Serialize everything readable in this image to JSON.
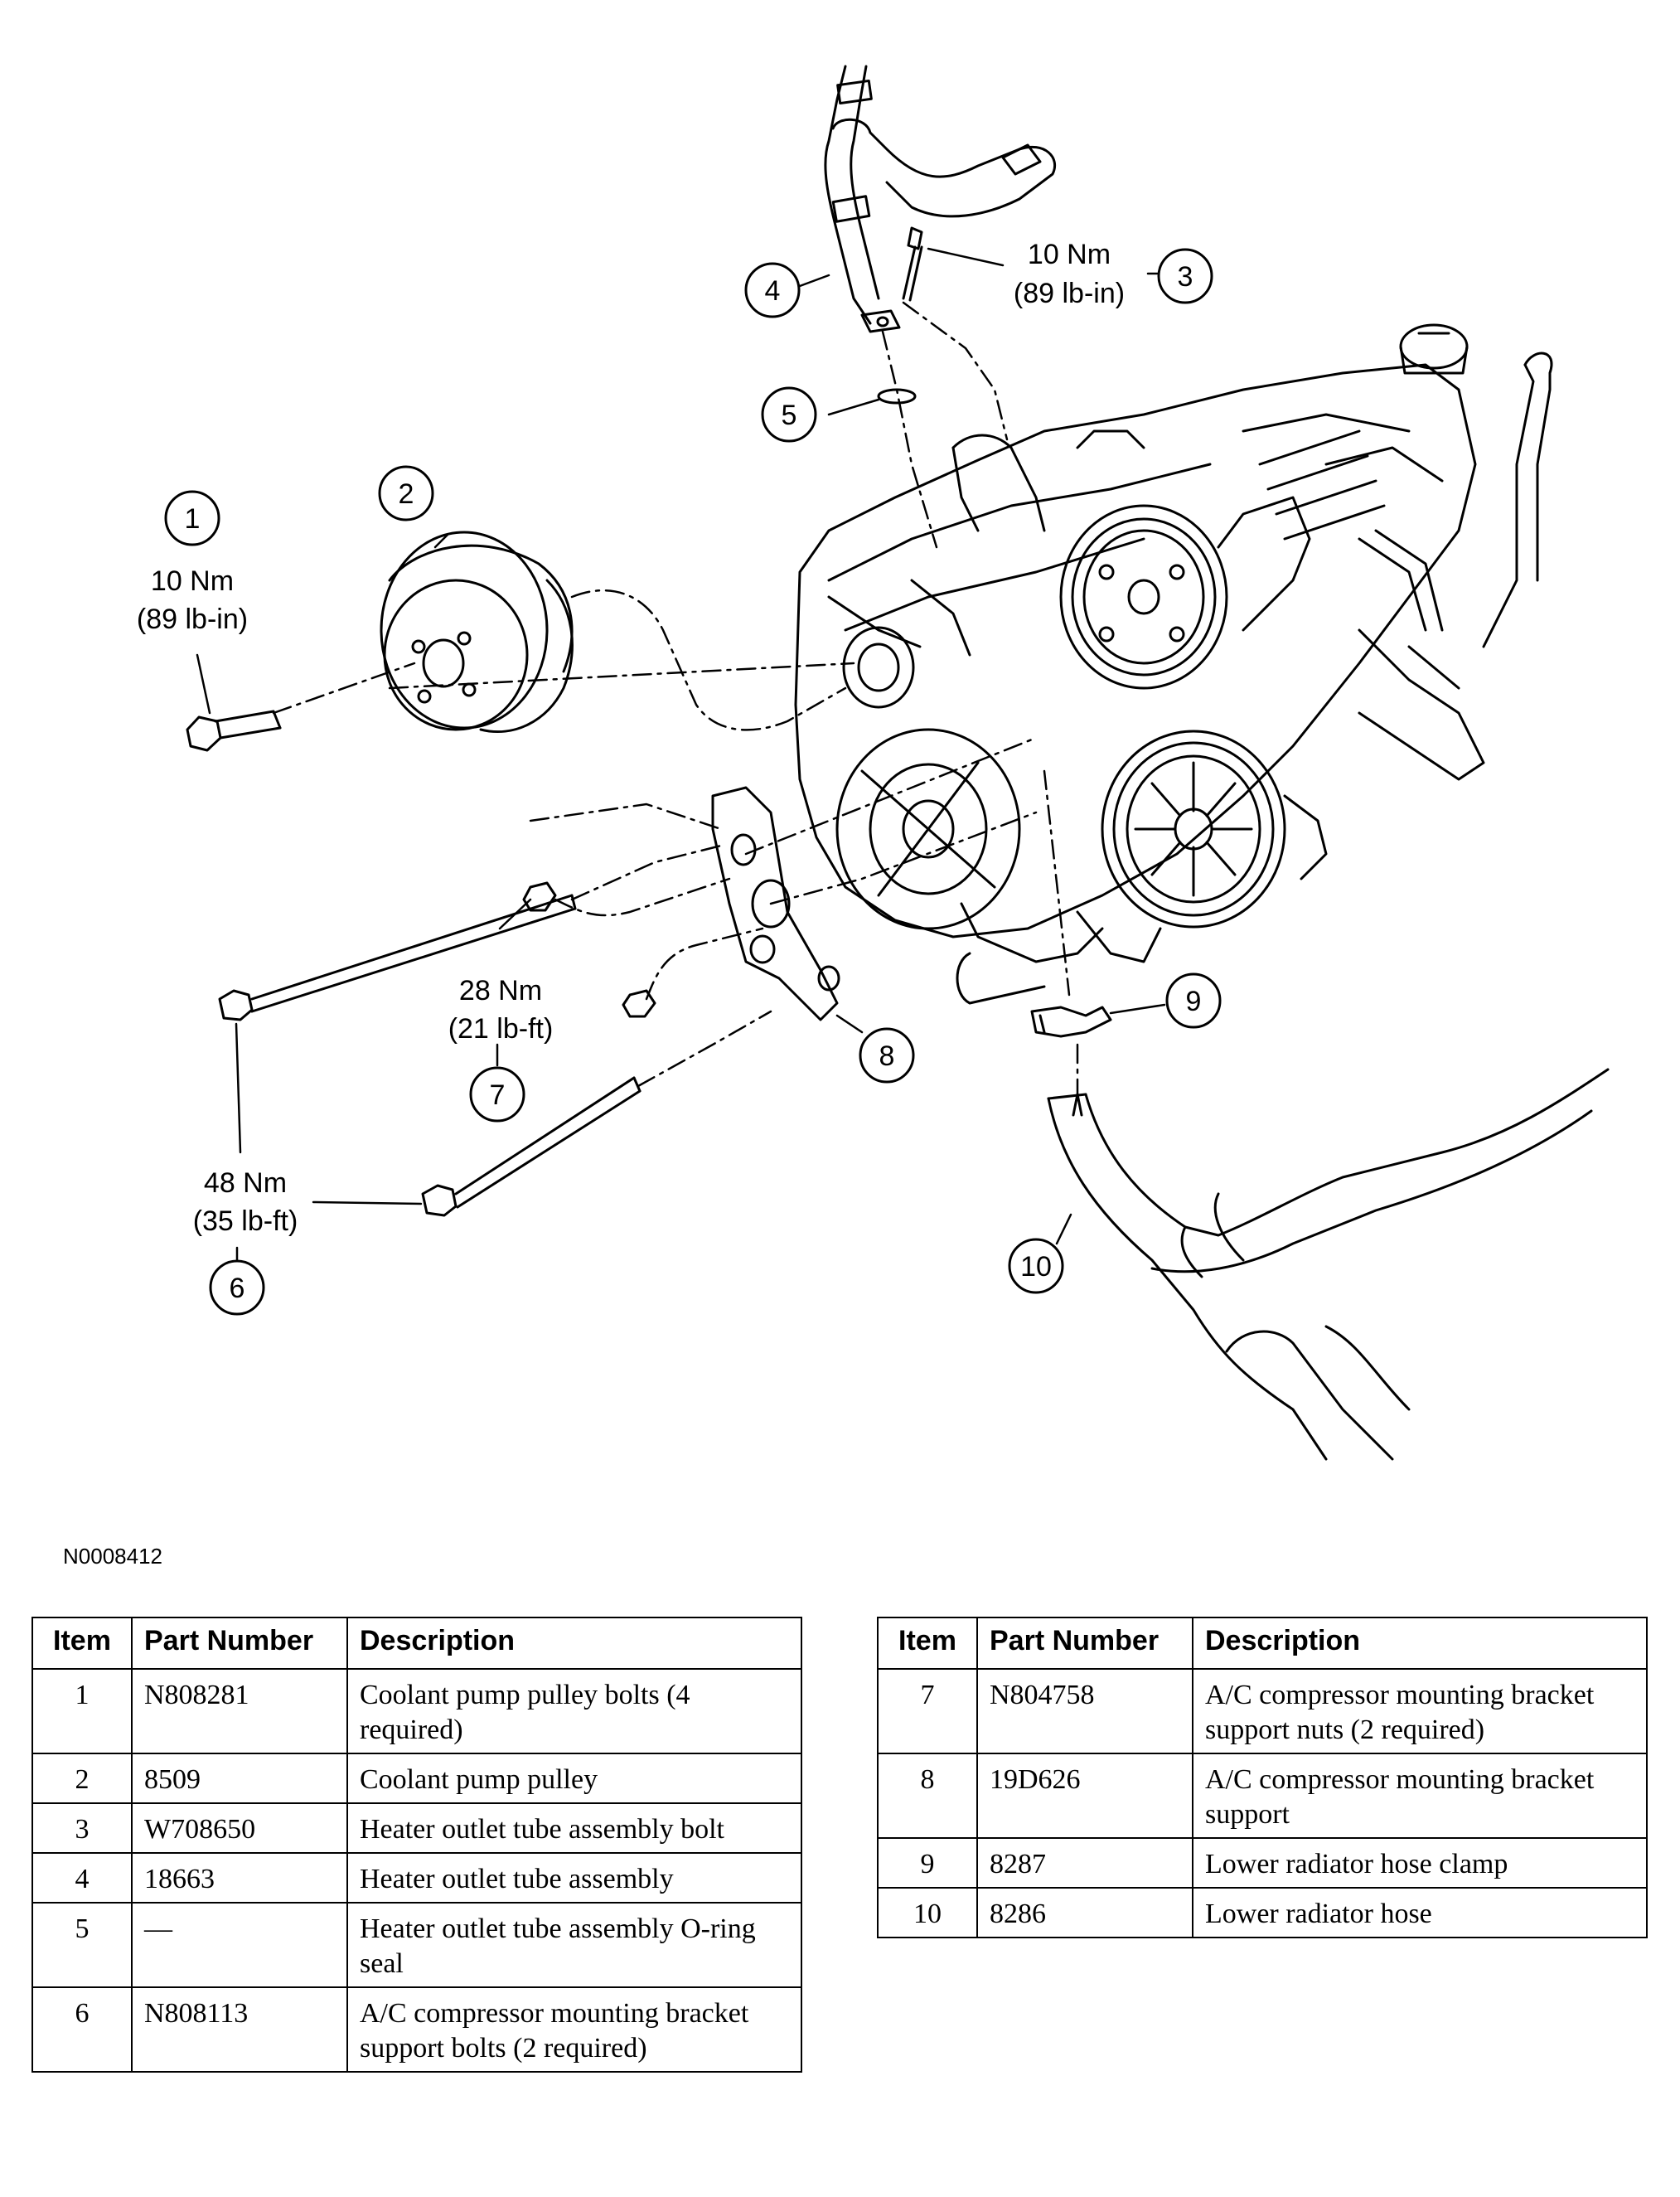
{
  "figure_id": "N0008412",
  "callouts": [
    {
      "num": "1",
      "torque": [
        "10 Nm",
        "(89 lb-in)"
      ]
    },
    {
      "num": "2"
    },
    {
      "num": "3",
      "torque": [
        "10 Nm",
        "(89 lb-in)"
      ]
    },
    {
      "num": "4"
    },
    {
      "num": "5"
    },
    {
      "num": "6",
      "torque": [
        "48 Nm",
        "(35 lb-ft)"
      ]
    },
    {
      "num": "7",
      "torque": [
        "28 Nm",
        "(21 lb-ft)"
      ]
    },
    {
      "num": "8"
    },
    {
      "num": "9"
    },
    {
      "num": "10"
    }
  ],
  "table": {
    "headers": {
      "item": "Item",
      "part_number": "Part Number",
      "description": "Description"
    },
    "left_rows": [
      {
        "item": "1",
        "part_number": "N808281",
        "description": "Coolant pump pulley bolts (4 required)"
      },
      {
        "item": "2",
        "part_number": "8509",
        "description": "Coolant pump pulley"
      },
      {
        "item": "3",
        "part_number": "W708650",
        "description": "Heater outlet tube assembly bolt"
      },
      {
        "item": "4",
        "part_number": "18663",
        "description": "Heater outlet tube assembly"
      },
      {
        "item": "5",
        "part_number": "—",
        "description": "Heater outlet tube assembly O-ring seal"
      },
      {
        "item": "6",
        "part_number": "N808113",
        "description": "A/C compressor mounting bracket support bolts (2 required)"
      }
    ],
    "right_rows": [
      {
        "item": "7",
        "part_number": "N804758",
        "description": "A/C compressor mounting bracket support nuts (2 required)"
      },
      {
        "item": "8",
        "part_number": "19D626",
        "description": "A/C compressor mounting bracket support"
      },
      {
        "item": "9",
        "part_number": "8287",
        "description": "Lower radiator hose clamp"
      },
      {
        "item": "10",
        "part_number": "8286",
        "description": "Lower radiator hose"
      }
    ]
  }
}
